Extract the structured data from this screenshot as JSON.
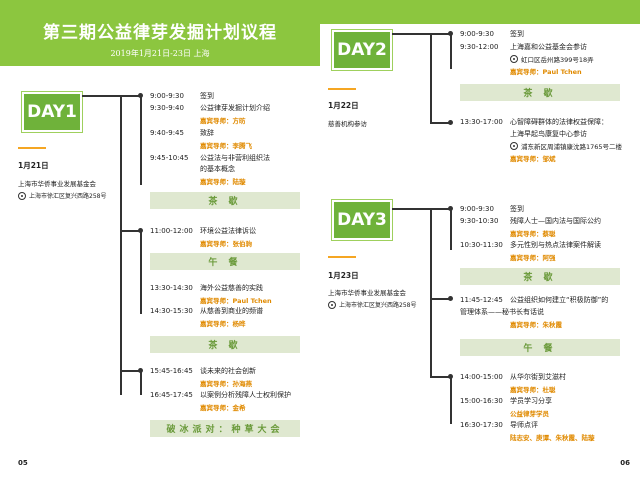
{
  "header": {
    "title": "第三期公益律芽发掘计划议程",
    "subtitle": "2019年1月21日-23日 上海"
  },
  "day1": {
    "tag": "DAY1",
    "date": "1月21日",
    "org": "上海市华侨事业发展基金会",
    "addr": "上海市徐汇区复兴西路258号",
    "items": [
      {
        "time": "9:00-9:30",
        "title": "签到"
      },
      {
        "time": "9:30-9:40",
        "title": "公益律芽发掘计划介绍",
        "mentor_label": "嘉宾导师：",
        "mentor": "方昉"
      },
      {
        "time": "9:40-9:45",
        "title": "致辞",
        "mentor_label": "嘉宾导师：",
        "mentor": "李腾飞"
      },
      {
        "time": "9:45-10:45",
        "title": "公益法与非营利组织法",
        "title2": "的基本概念",
        "mentor_label": "嘉宾导师：",
        "mentor": "陆璇"
      },
      {
        "time": "11:00-12:00",
        "title": "环境公益法律诉讼",
        "mentor_label": "嘉宾导师：",
        "mentor": "张伯驹"
      },
      {
        "time": "13:30-14:30",
        "title": "海外公益慈善的实践",
        "mentor_label": "嘉宾导师：",
        "mentor": "Paul Tchen"
      },
      {
        "time": "14:30-15:30",
        "title": "从慈善到商业的频谱",
        "mentor_label": "嘉宾导师：",
        "mentor": "杨晔"
      },
      {
        "time": "15:45-16:45",
        "title": "谈未来的社会创新",
        "mentor_label": "嘉宾导师：",
        "mentor": "孙海燕"
      },
      {
        "time": "16:45-17:45",
        "title": "以案例分析残障人士权利保护",
        "mentor_label": "嘉宾导师：",
        "mentor": "金希"
      }
    ],
    "breaks": [
      "茶 歇",
      "午 餐",
      "茶 歇"
    ],
    "party": "破冰派对：种草大会",
    "page": "05"
  },
  "day2": {
    "tag": "DAY2",
    "date": "1月22日",
    "org": "慈善机构参访",
    "items": [
      {
        "time": "9:00-9:30",
        "title": "签到"
      },
      {
        "time": "9:30-12:00",
        "title": "上海嘉和公益基金会参访",
        "addr": "虹口区岳州路399号18弄",
        "mentor_label": "嘉宾导师：",
        "mentor": "Paul Tchen"
      },
      {
        "time": "13:30-17:00",
        "title": "心智障碍群体的法律权益保障：",
        "title2": "上海早起鸟康复中心参访",
        "addr": "浦东新区周浦镇康沈路1765号二楼",
        "mentor_label": "嘉宾导师：",
        "mentor": "邹斌"
      }
    ],
    "break": "茶 歇"
  },
  "day3": {
    "tag": "DAY3",
    "date": "1月23日",
    "org": "上海市华侨事业发展基金会",
    "addr": "上海市徐汇区复兴西路258号",
    "items": [
      {
        "time": "9:00-9:30",
        "title": "签到"
      },
      {
        "time": "9:30-10:30",
        "title": "残障人士—国内法与国际公约",
        "mentor_label": "嘉宾导师：",
        "mentor": "蔡聪"
      },
      {
        "time": "10:30-11:30",
        "title": "多元性别与热点法律案件解读",
        "mentor_label": "嘉宾导师：",
        "mentor": "阿强"
      },
      {
        "time": "11:45-12:45",
        "title": "公益组织如何建立“积极防御”的",
        "title2": "管理体系——秘书长有话说",
        "mentor_label": "嘉宾导师：",
        "mentor": "朱秋霞"
      },
      {
        "time": "14:00-15:00",
        "title": "从华尔街到艾滋村",
        "mentor_label": "嘉宾导师：",
        "mentor": "杜聪"
      },
      {
        "time": "15:00-16:30",
        "title": "学员学习分享",
        "mentor_label": "",
        "mentor": "公益律芽学员"
      },
      {
        "time": "16:30-17:30",
        "title": "导师点评",
        "mentor_label": "",
        "mentor": "陆志安、庾谭、朱秋霞、陆璇"
      }
    ],
    "breaks": [
      "茶 歇",
      "午 餐"
    ],
    "page": "06"
  },
  "colors": {
    "green": "#8cc63f",
    "dark_green": "#6fb23a",
    "orange": "#e08a00",
    "break_bg": "#dfe8d0"
  },
  "icons": {
    "address": "map-pin-icon"
  }
}
